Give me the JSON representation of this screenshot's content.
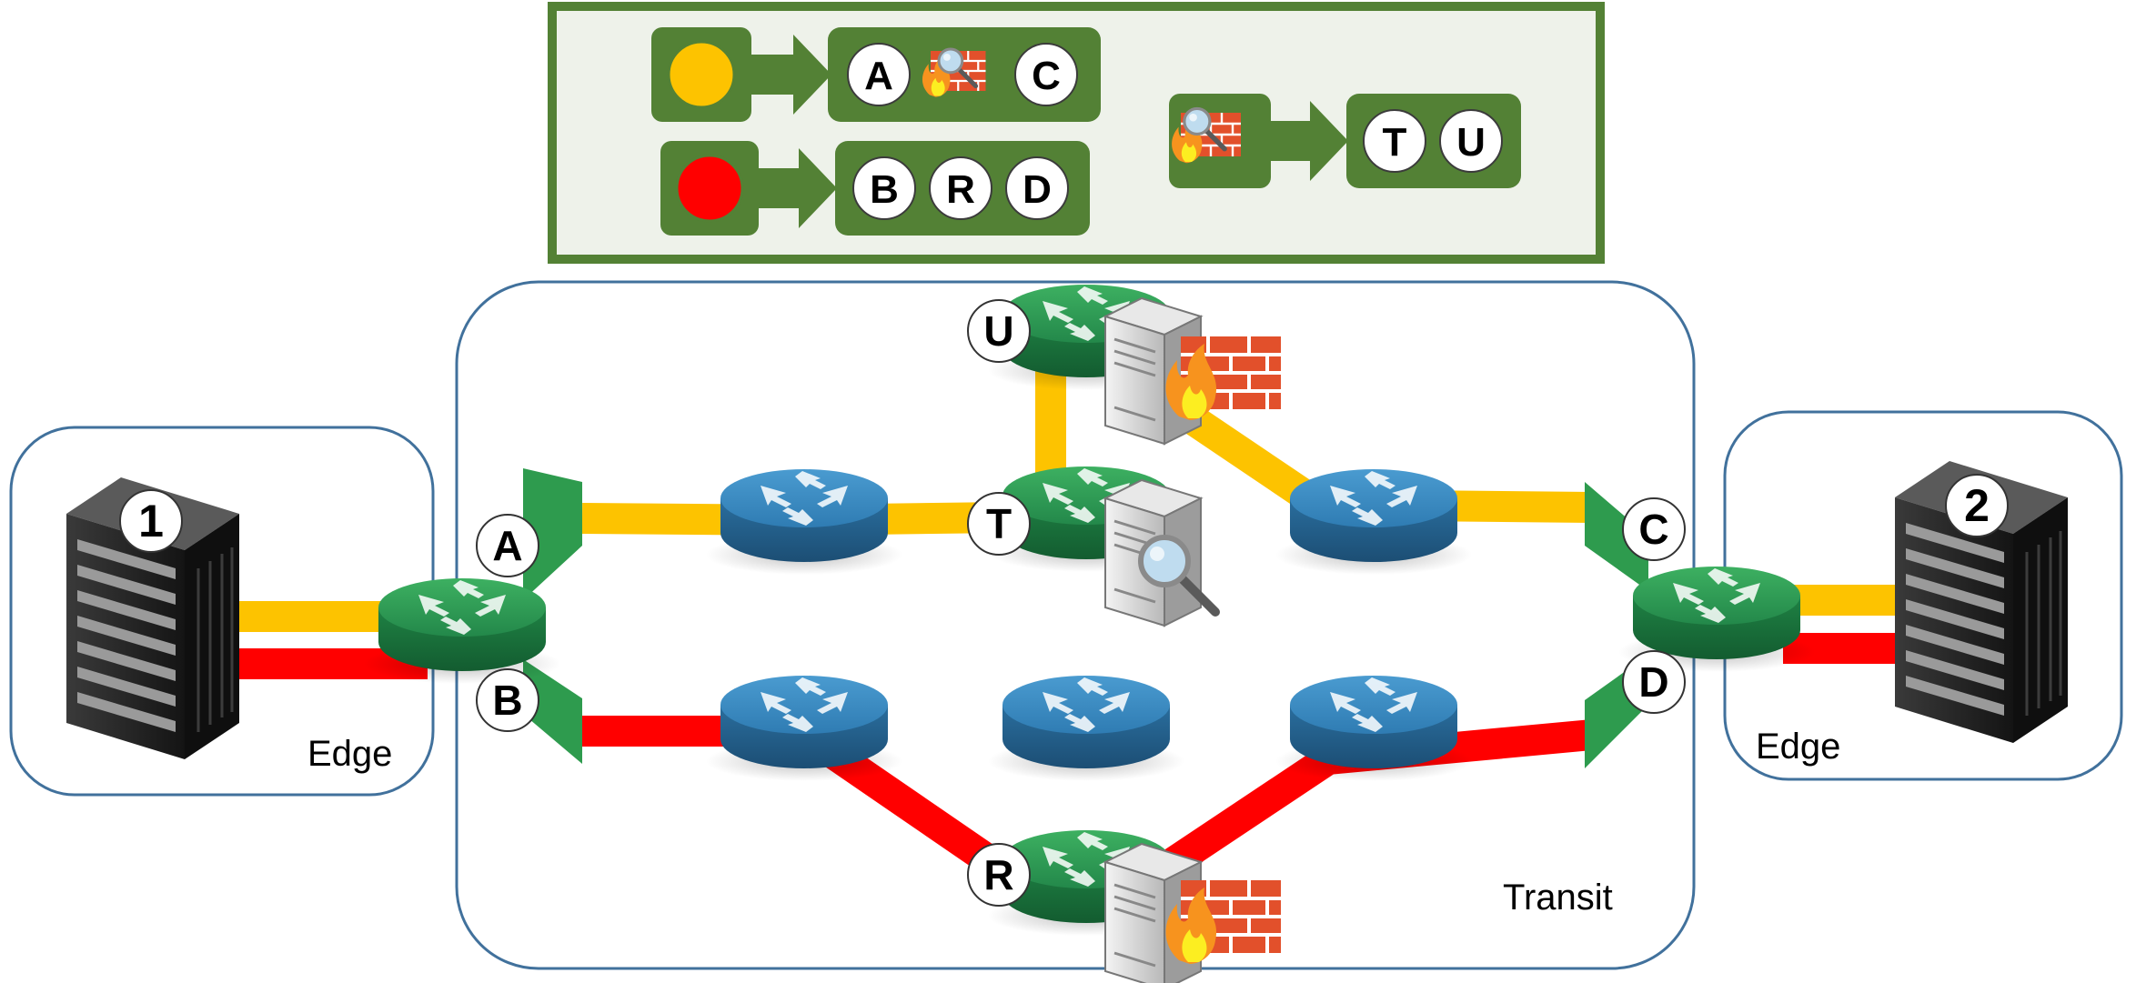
{
  "colors": {
    "path_yellow": "#FDC300",
    "path_red": "#FF0000",
    "edge_router_green": "#2E9B4E",
    "transit_router_blue": "#2A75A8",
    "legend_green": "#538135",
    "legend_bg": "#EEF2EA",
    "zone_border": "#41719C"
  },
  "zones": {
    "edge_left": "Edge",
    "edge_right": "Edge",
    "transit": "Transit"
  },
  "servers": {
    "left": "1",
    "right": "2"
  },
  "nodes": {
    "A": "A",
    "B": "B",
    "C": "C",
    "D": "D",
    "R": "R",
    "T": "T",
    "U": "U"
  },
  "legend": {
    "yellow_path": [
      "A",
      "C"
    ],
    "red_path": [
      "B",
      "R",
      "D"
    ],
    "service_nodes": [
      "T",
      "U"
    ]
  },
  "icons": [
    "server-rack-icon",
    "router-icon",
    "firewall-icon",
    "inspection-magnifier-icon"
  ]
}
